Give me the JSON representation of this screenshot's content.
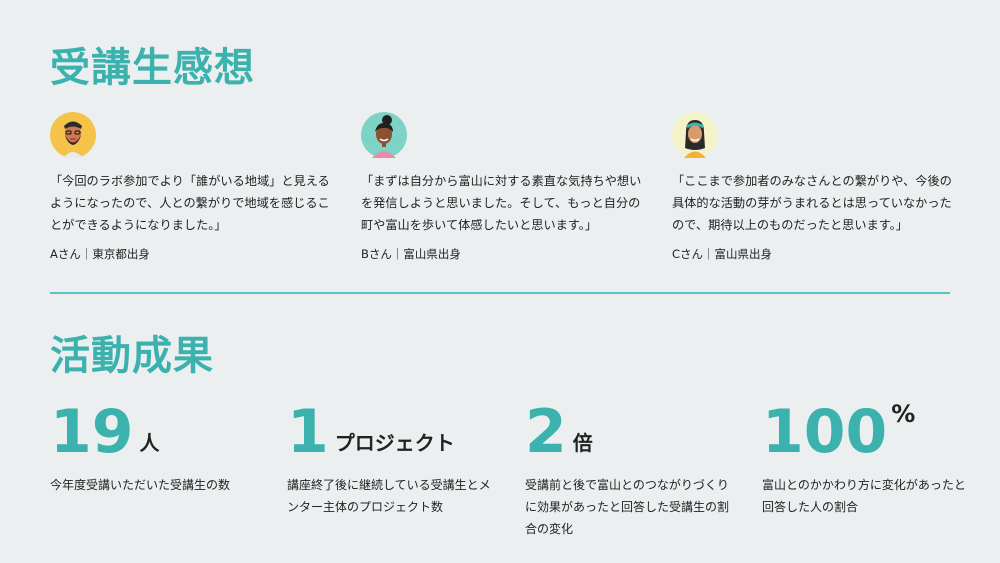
{
  "testimonials_section": {
    "title": "受講生感想",
    "items": [
      {
        "avatar_icon": "bearded-man-avatar-icon",
        "quote": "「今回のラボ参加でより「誰がいる地域」と見えるようになったので、人との繋がりで地域を感じることができるようになりました。」",
        "author": "Aさん｜東京都出身"
      },
      {
        "avatar_icon": "woman-bun-avatar-icon",
        "quote": "「まずは自分から富山に対する素直な気持ちや想いを発信しようと思いました。そして、もっと自分の町や富山を歩いて体感したいと思います。」",
        "author": "Bさん｜富山県出身"
      },
      {
        "avatar_icon": "woman-headband-avatar-icon",
        "quote": "「ここまで参加者のみなさんとの繋がりや、今後の具体的な活動の芽がうまれるとは思っていなかったので、期待以上のものだったと思います。」",
        "author": "Cさん｜富山県出身"
      }
    ]
  },
  "results_section": {
    "title": "活動成果",
    "stats": [
      {
        "number": "19",
        "unit": "人",
        "description": "今年度受講いただいた受講生の数"
      },
      {
        "number": "1",
        "unit": "プロジェクト",
        "description": "講座終了後に継続している受講生とメンター主体のプロジェクト数"
      },
      {
        "number": "2",
        "unit": "倍",
        "description": "受講前と後で富山とのつながりづくりに効果があったと回答した受講生の割合の変化"
      },
      {
        "number": "100",
        "unit": "%",
        "description": "富山とのかかわり方に変化があったと回答した人の割合"
      }
    ]
  },
  "colors": {
    "background": "#ebeff0",
    "accent": "#3bb2ad",
    "text": "#222222",
    "divider": "#5cc3c0"
  }
}
